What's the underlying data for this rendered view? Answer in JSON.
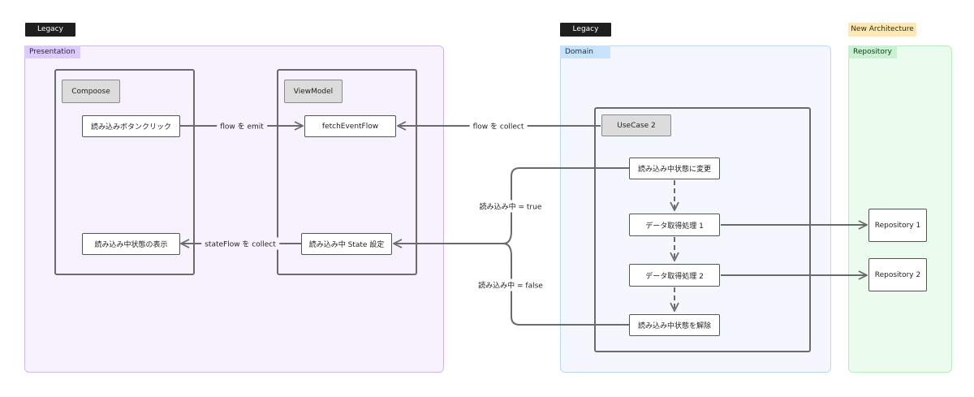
{
  "tags": {
    "legacy_left": "Legacy",
    "legacy_right": "Legacy",
    "new_architecture": "New Architecture"
  },
  "sections": {
    "presentation": "Presentation",
    "domain": "Domain",
    "repository": "Repository"
  },
  "frames": {
    "compose": "Compoose",
    "viewmodel": "ViewModel",
    "usecase": "UseCase 2"
  },
  "nodes": {
    "load_button_click": "読み込みボタンクリック",
    "loading_display": "読み込み中状態の表示",
    "fetch_event_flow": "fetchEventFlow",
    "loading_state_set": "読み込み中 State 設定",
    "set_loading": "読み込み中状態に変更",
    "data_fetch_1": "データ取得処理 1",
    "data_fetch_2": "データ取得処理 2",
    "clear_loading": "読み込み中状態を解除",
    "repository_1": "Repository 1",
    "repository_2": "Repository 2"
  },
  "edge_labels": {
    "flow_emit": "flow を emit",
    "flow_collect": "flow を collect",
    "stateflow_collect": "stateFlow を collect",
    "loading_true": "読み込み中 = true",
    "loading_false": "読み込み中 = false"
  },
  "colors": {
    "presentation_fill": "#f6f2fe",
    "presentation_border": "#cbb8f5",
    "presentation_label_bg": "#dccbfb",
    "domain_fill": "#f4f8fe",
    "domain_border": "#b9d8f3",
    "domain_label_bg": "#c6e3fb",
    "repository_fill": "#ebfcef",
    "repository_border": "#b6ecc4",
    "repository_label_bg": "#c9f2d3",
    "line": "#6b6b6b"
  }
}
